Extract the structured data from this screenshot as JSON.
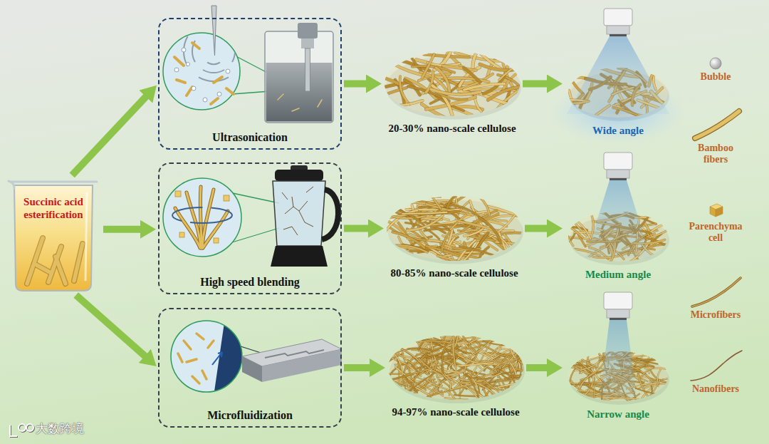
{
  "diagram": {
    "nodes": [
      {
        "text": [
          "Succinic acid esterification"
        ]
      },
      {
        "text": [
          "Ultrasonication"
        ]
      },
      {
        "text": [
          "20-30% nano-scale cellulose"
        ]
      },
      {
        "text": [
          "Wide angle"
        ]
      },
      {
        "text": [
          "High speed blending"
        ]
      },
      {
        "text": [
          "80-85% nano-scale cellulose"
        ]
      },
      {
        "text": [
          "Medium angle"
        ]
      },
      {
        "text": [
          "Microfluidization"
        ]
      },
      {
        "text": [
          "94-97% nano-scale cellulose"
        ]
      },
      {
        "text": [
          "Narrow angle"
        ]
      }
    ],
    "edges": [
      {
        "from": 0,
        "to": 1,
        "arrow": "to"
      },
      {
        "from": 1,
        "to": 2,
        "arrow": "to"
      },
      {
        "from": 2,
        "to": 3,
        "arrow": "to"
      },
      {
        "from": 0,
        "to": 4,
        "arrow": "to"
      },
      {
        "from": 4,
        "to": 5,
        "arrow": "to"
      },
      {
        "from": 5,
        "to": 6,
        "arrow": "to"
      },
      {
        "from": 0,
        "to": 7,
        "arrow": "to"
      },
      {
        "from": 7,
        "to": 8,
        "arrow": "to"
      },
      {
        "from": 8,
        "to": 9,
        "arrow": "to"
      }
    ],
    "labels": [
      "大数跨境"
    ],
    "legend": [
      {
        "text": "Bubble"
      },
      {
        "text": "Bamboo fibers"
      },
      {
        "text": "Parenchyma cell"
      },
      {
        "text": "Microfibers"
      },
      {
        "text": "Nanofibers"
      }
    ]
  }
}
